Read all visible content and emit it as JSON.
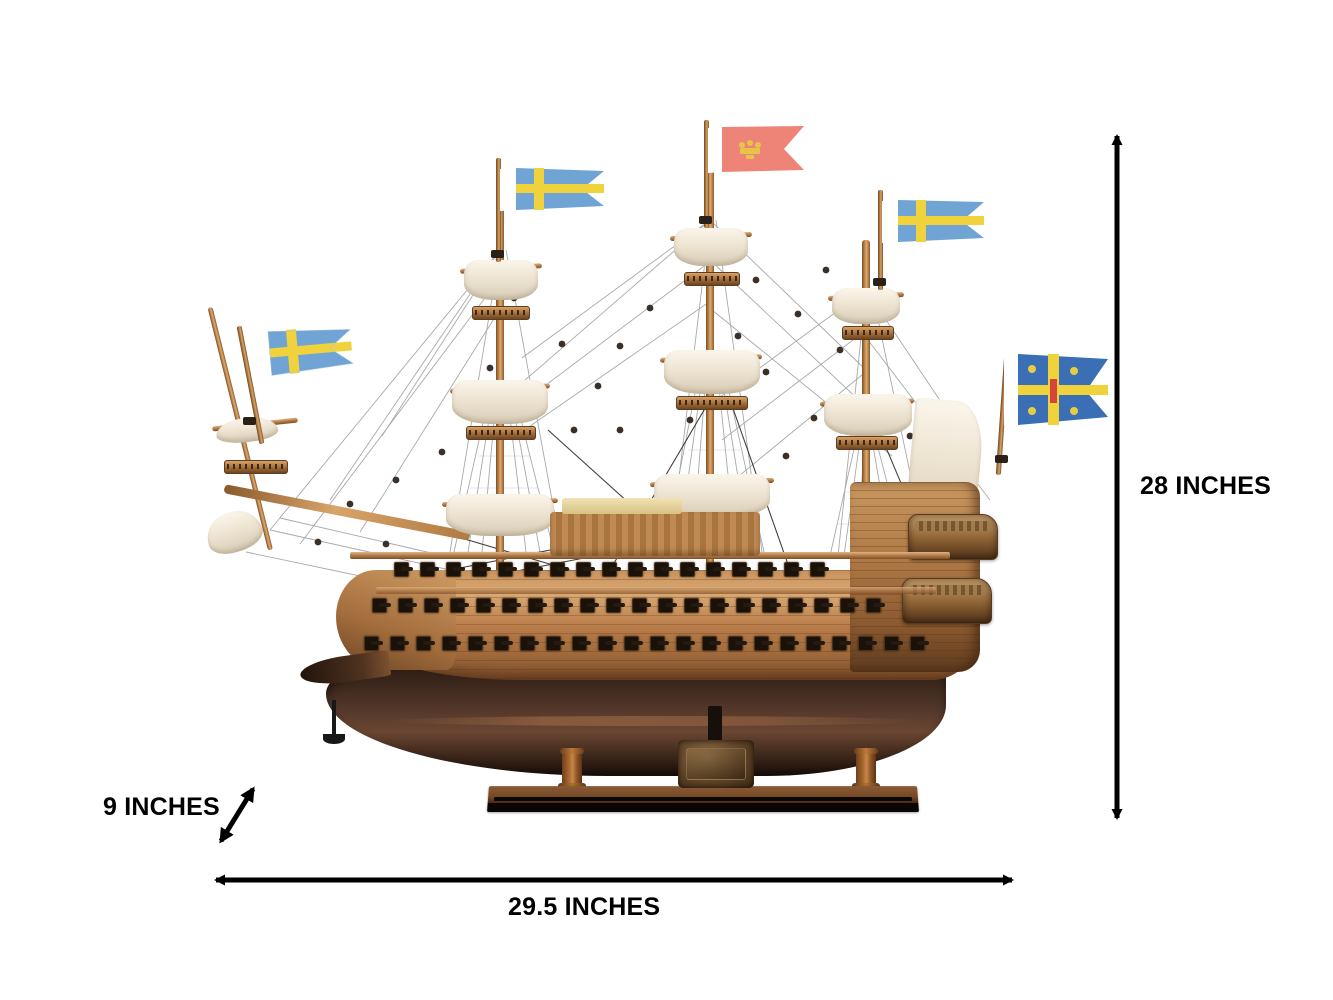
{
  "image": {
    "subject": "Wooden tall ship model on display stand",
    "background_color": "#ffffff"
  },
  "annotations": {
    "height": {
      "label": "28 INCHES",
      "name": "height-dimension",
      "orientation": "vertical",
      "color": "#000000"
    },
    "width": {
      "label": "29.5 INCHES",
      "name": "width-dimension",
      "orientation": "horizontal",
      "color": "#000000"
    },
    "depth": {
      "label": "9 INCHES",
      "name": "depth-dimension",
      "orientation": "diagonal",
      "color": "#000000"
    }
  },
  "model": {
    "hull": {
      "upper_wood_color": "#c8935e",
      "lower_hull_color": "#3a241a",
      "trim_color": "#7d4e2a"
    },
    "stand": {
      "board_color": "#774a27",
      "edge_color": "#0a0604",
      "pillar_color": "#a9692f",
      "nameplate_color": "#66492a"
    },
    "sails": {
      "color": "#f5eedf",
      "state": "furled"
    },
    "masts": {
      "color": "#c98f52",
      "count": 4
    },
    "rigging": {
      "line_color": "#9a9a9a",
      "block_color": "#3b3029"
    },
    "flags": [
      {
        "name": "flag-bow-swedish",
        "type": "swedish-cross-swallowtail",
        "field_color": "#6fa4d4",
        "cross_color": "#f0d23c",
        "hoist_color": "#ffffff"
      },
      {
        "name": "flag-fore-swedish",
        "type": "swedish-cross-swallowtail",
        "field_color": "#6fa4d4",
        "cross_color": "#f0d23c",
        "hoist_color": "#ffffff"
      },
      {
        "name": "flag-main-red-crown",
        "type": "red-swallowtail-with-crown",
        "field_color": "#ee8378",
        "emblem_color": "#e8c34a",
        "hoist_color": "#ffffff"
      },
      {
        "name": "flag-mizzen-swedish",
        "type": "swedish-cross-swallowtail",
        "field_color": "#6fa4d4",
        "cross_color": "#f0d23c",
        "hoist_color": "#ffffff"
      },
      {
        "name": "flag-stern-royal-standard",
        "type": "quartered-royal-standard",
        "field_color": "#3a6fb5",
        "cross_color": "#f0d23c",
        "hoist_color": "#ffffff"
      }
    ]
  }
}
